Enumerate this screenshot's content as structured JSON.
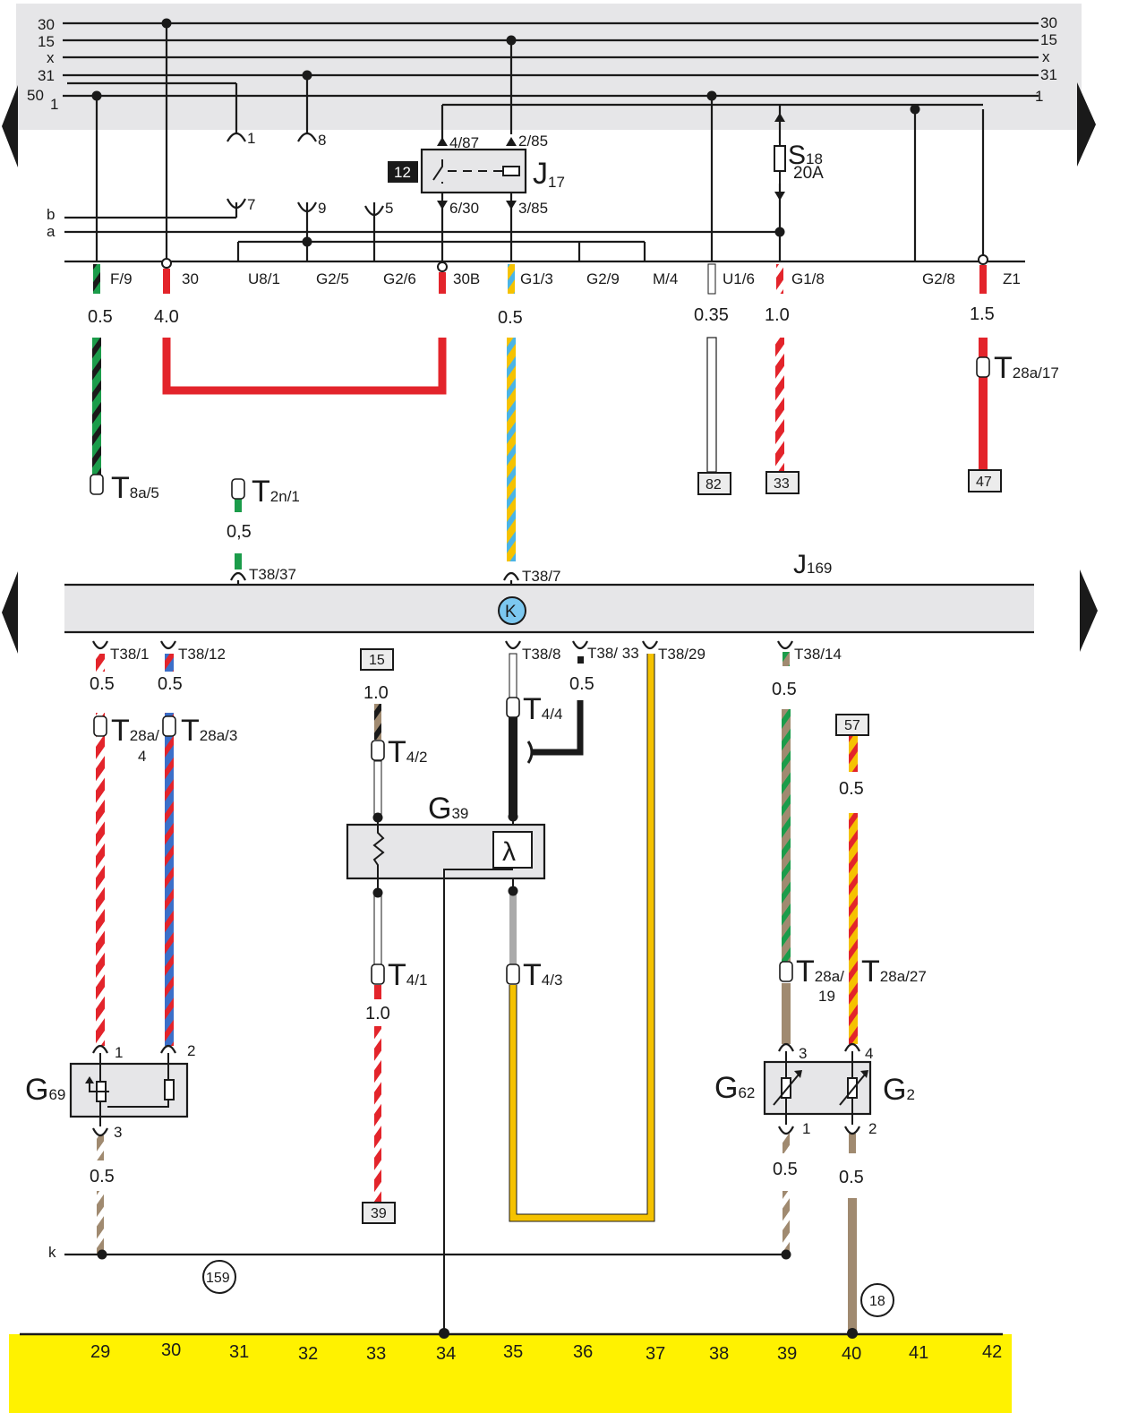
{
  "nav": {
    "prev_icon": "arrow-left-icon",
    "next_icon": "arrow-right-icon"
  },
  "rails": {
    "left": [
      "30",
      "15",
      "x",
      "31",
      "50",
      "1"
    ],
    "right": [
      "30",
      "15",
      "x",
      "31",
      "1"
    ],
    "harness": [
      "b",
      "a",
      "k"
    ]
  },
  "upper_terminals": [
    "F/9",
    "30",
    "U8/1",
    "G2/5",
    "G2/6",
    "30B",
    "G1/3",
    "G2/9",
    "M/4",
    "U1/6",
    "G1/8",
    "G2/8",
    "Z1"
  ],
  "upper_gauges": [
    "0.5",
    "4.0",
    "0.5",
    "0.35",
    "1.0",
    "1.5"
  ],
  "relay": {
    "id": "J",
    "sub": "17",
    "number": "12",
    "pins": [
      "4/87",
      "2/85",
      "6/30",
      "3/85"
    ]
  },
  "fuse": {
    "id": "S",
    "sub": "18",
    "rating": "20A"
  },
  "connectors": {
    "t8a5": "T",
    "t8a5_sub": "8a/5",
    "t2n1": "T",
    "t2n1_sub": "2n/1",
    "t2n1_gauge": "0,5",
    "t28a17": "T",
    "t28a17_sub": "28a/17"
  },
  "ref_boxes": [
    "82",
    "33",
    "47",
    "15",
    "57",
    "39"
  ],
  "module": {
    "id": "J",
    "sub": "169",
    "badge": "K",
    "top_pins": [
      "T38/37",
      "T38/7"
    ],
    "bottom_pins": [
      "T38/1",
      "T38/12",
      "T38/8",
      "T38/ 33",
      "T38/29",
      "T38/14"
    ]
  },
  "lower_gauges": [
    "0.5",
    "0.5",
    "1.0",
    "0.5",
    "0.5",
    "0.5",
    "1.0",
    "0.5",
    "0.5",
    "0.5"
  ],
  "lower_connectors": {
    "t28a4": "T",
    "t28a4_sub": "28a/",
    "t28a4_tail": "4",
    "t28a3": "T",
    "t28a3_sub": "28a/3",
    "t42": "T",
    "t42_sub": "4/2",
    "t44": "T",
    "t44_sub": "4/4",
    "t41": "T",
    "t41_sub": "4/1",
    "t43": "T",
    "t43_sub": "4/3",
    "t28a19": "T",
    "t28a19_sub": "28a/",
    "t28a19_tail": "19",
    "t28a27": "T",
    "t28a27_sub": "28a/27"
  },
  "sensors": {
    "g39": {
      "id": "G",
      "sub": "39",
      "symbol": "λ"
    },
    "g69": {
      "id": "G",
      "sub": "69",
      "pins": [
        "1",
        "2",
        "3"
      ]
    },
    "g62": {
      "id": "G",
      "sub": "62",
      "pins": [
        "3",
        "1"
      ]
    },
    "g2": {
      "id": "G",
      "sub": "2",
      "pins": [
        "4",
        "2"
      ]
    }
  },
  "splices": {
    "upper_numbers": [
      "1",
      "8",
      "7",
      "9",
      "5"
    ],
    "ground_refs": [
      "159",
      "18"
    ]
  },
  "grid_numbers": [
    "29",
    "30",
    "31",
    "32",
    "33",
    "34",
    "35",
    "36",
    "37",
    "38",
    "39",
    "40",
    "41",
    "42"
  ],
  "colors": {
    "rail_band": "#e6e6e8",
    "grid_band": "#fff200",
    "red": "#e3242b",
    "green": "#1b9c4a",
    "blue": "#3b6fc9",
    "yellow": "#f5c200",
    "cyan": "#4ab4e6",
    "brown": "#a08a70",
    "badge": "#7cc8f0"
  }
}
